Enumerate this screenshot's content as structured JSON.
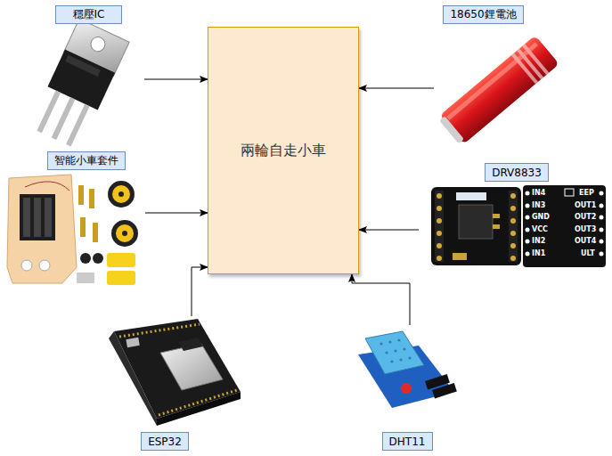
{
  "diagram": {
    "nodes": [
      {
        "text": [
          "兩輪自走小車"
        ]
      },
      {
        "text": [
          "穩壓IC"
        ]
      },
      {
        "text": [
          "18650鋰電池"
        ]
      },
      {
        "text": [
          "智能小車套件"
        ]
      },
      {
        "text": [
          "DRV8833"
        ]
      },
      {
        "text": [
          "ESP32"
        ]
      },
      {
        "text": [
          "DHT11"
        ]
      }
    ],
    "edges": [
      {
        "from": 1,
        "to": 0,
        "arrow": "to"
      },
      {
        "from": 2,
        "to": 0,
        "arrow": "to"
      },
      {
        "from": 3,
        "to": 0,
        "arrow": "to"
      },
      {
        "from": 4,
        "to": 0,
        "arrow": "to"
      },
      {
        "from": 5,
        "to": 0,
        "arrow": "to"
      },
      {
        "from": 6,
        "to": 0,
        "arrow": "to"
      }
    ],
    "labels": [
      "IN4",
      "IN3",
      "GND",
      "VCC",
      "IN2",
      "IN1",
      "EEP",
      "OUT1",
      "OUT2",
      "OUT3",
      "OUT4",
      "ULT"
    ]
  }
}
